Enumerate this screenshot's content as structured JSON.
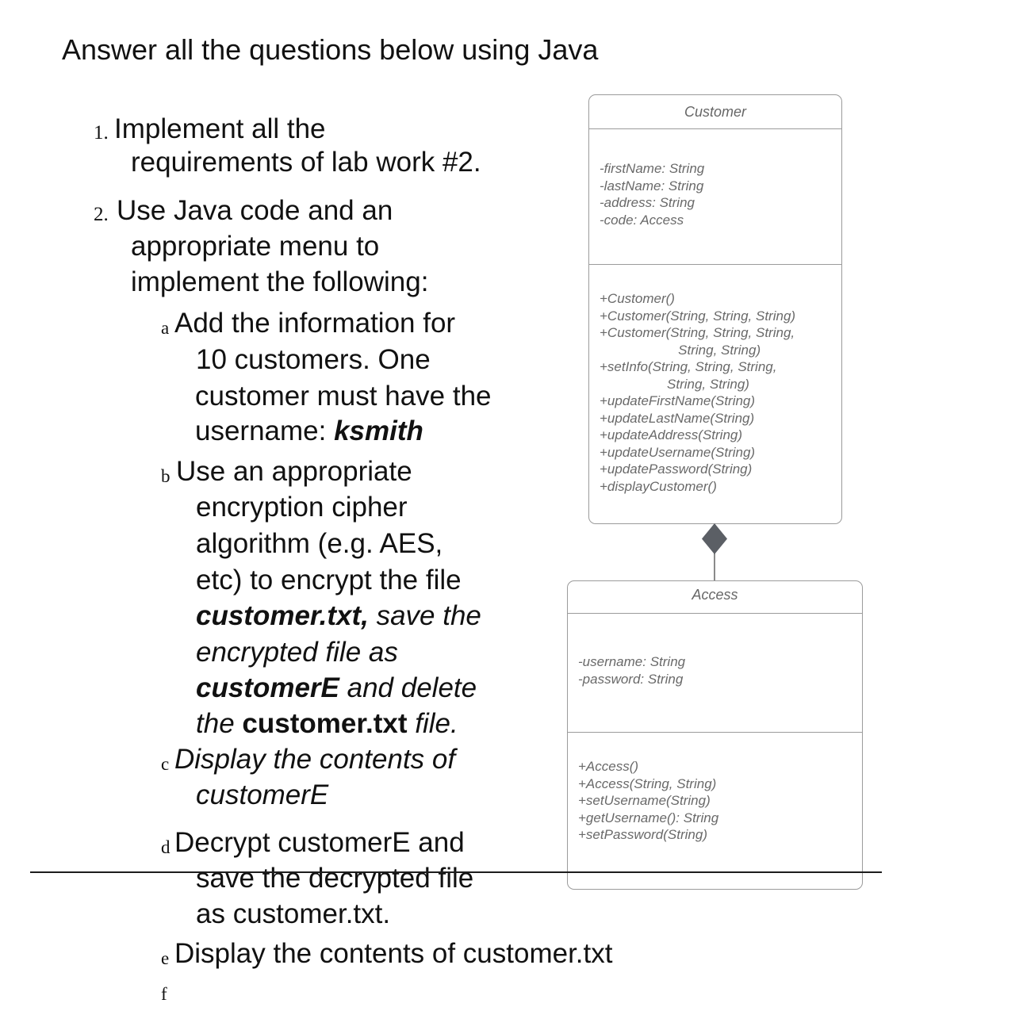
{
  "page": {
    "title": "Answer all the questions below using Java"
  },
  "questions": {
    "n1": {
      "marker": "1.",
      "l1": "Implement all the",
      "l2": "requirements of lab work #2."
    },
    "n2": {
      "marker": "2.",
      "l1": "Use Java code and an",
      "l2": "appropriate menu to",
      "l3": "implement the following:"
    },
    "a": {
      "marker": "a",
      "l1": "Add the information for",
      "l2": "10 customers. One",
      "l3": "customer must have the",
      "l4_plain": "username: ",
      "l4_bold": "ksmith"
    },
    "b": {
      "marker": "b",
      "l1": "Use an appropriate",
      "l2": "encryption cipher",
      "l3": "algorithm (e.g. AES,",
      "l4": "etc) to encrypt the file",
      "l5_bolditalic": "customer.txt,",
      "l5_italic": " save the",
      "l6": "encrypted file as",
      "l7_bolditalic": "customerE",
      "l7_italic": " and delete",
      "l8_italic1": "the ",
      "l8_bold": "customer.txt",
      "l8_italic2": " file."
    },
    "c": {
      "marker": "c",
      "l1": "Display the contents of",
      "l2": "customerE"
    },
    "d": {
      "marker": "d",
      "l1": "Decrypt customerE and",
      "l2": "save the decrypted file",
      "l3": "as customer.txt."
    },
    "e": {
      "marker": "e",
      "l1": "Display the contents of customer.txt"
    },
    "f": {
      "marker": "f"
    }
  },
  "uml": {
    "customer": {
      "title": "Customer",
      "attributes": [
        "-firstName: String",
        "-lastName: String",
        "-address: String",
        "-code: Access"
      ],
      "methods": [
        "+Customer()",
        "+Customer(String, String, String)",
        "+Customer(String, String, String,",
        "                     String, String)",
        "+setInfo(String, String, String,",
        "                  String, String)",
        "+updateFirstName(String)",
        "+updateLastName(String)",
        "+updateAddress(String)",
        "+updateUsername(String)",
        "+updatePassword(String)",
        "+displayCustomer()"
      ]
    },
    "access": {
      "title": "Access",
      "attributes": [
        "-username: String",
        "-password: String"
      ],
      "methods": [
        "+Access()",
        "+Access(String, String)",
        "+setUsername(String)",
        "+getUsername(): String",
        "+setPassword(String)"
      ]
    },
    "relation": "composition-diamond"
  },
  "colors": {
    "text": "#111111",
    "uml_border": "#9b9b9b",
    "uml_text": "#696969",
    "diamond_fill": "#5b5f65"
  }
}
